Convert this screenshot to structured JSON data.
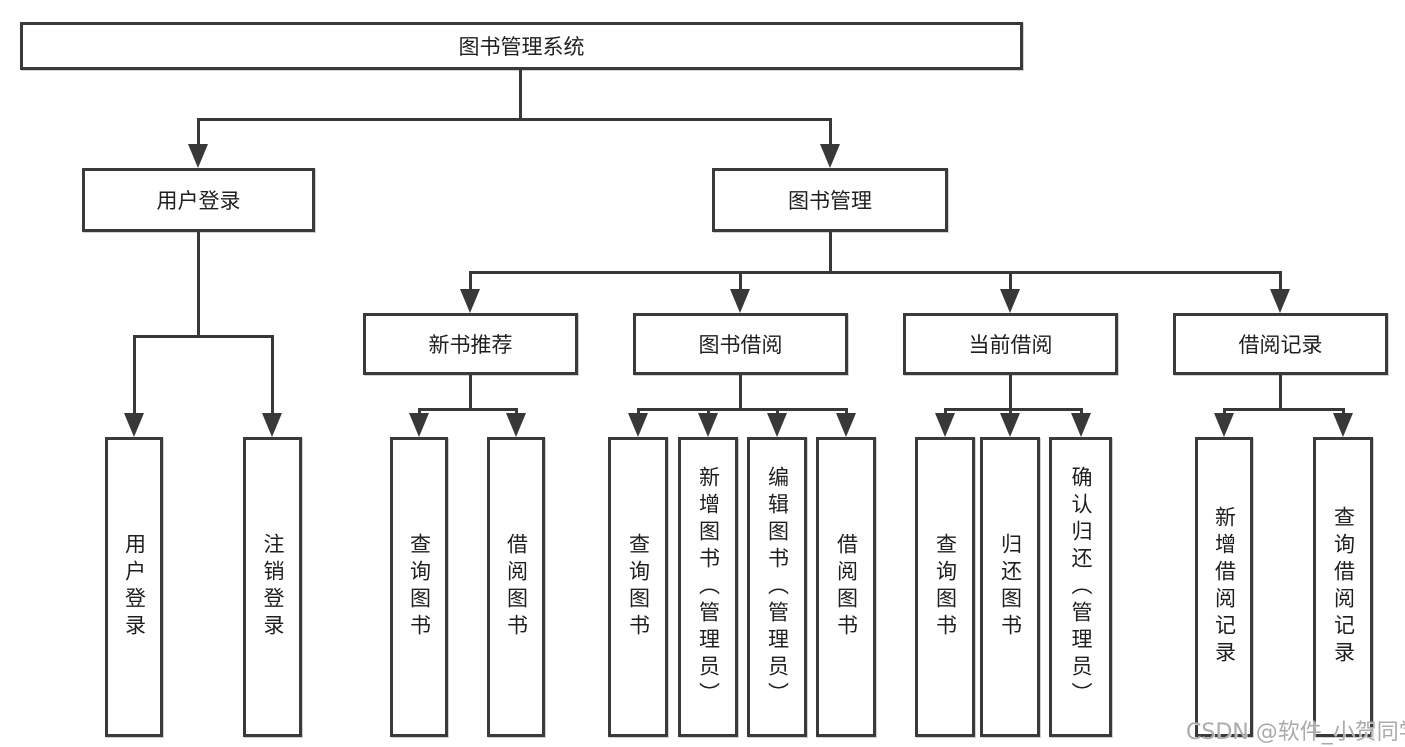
{
  "diagram": {
    "root": "图书管理系统",
    "level2": [
      "用户登录",
      "图书管理"
    ],
    "level3": [
      "新书推荐",
      "图书借阅",
      "当前借阅",
      "借阅记录"
    ],
    "user_leaves": [
      "用户登录",
      "注销登录"
    ],
    "recommend_leaves": [
      "查询图书",
      "借阅图书"
    ],
    "borrow_leaves": [
      "查询图书",
      "新增图书（管理员）",
      "编辑图书（管理员）",
      "借阅图书"
    ],
    "current_leaves": [
      "查询图书",
      "归还图书",
      "确认归还（管理员）"
    ],
    "record_leaves": [
      "新增借阅记录",
      "查询借阅记录"
    ]
  },
  "watermark": "CSDN @软件_小贺同学",
  "colors": {
    "line": "#383838",
    "border": "#3a3a3a",
    "text": "#1f1f1f",
    "background": "#ffffff",
    "watermark": "#ababab"
  }
}
